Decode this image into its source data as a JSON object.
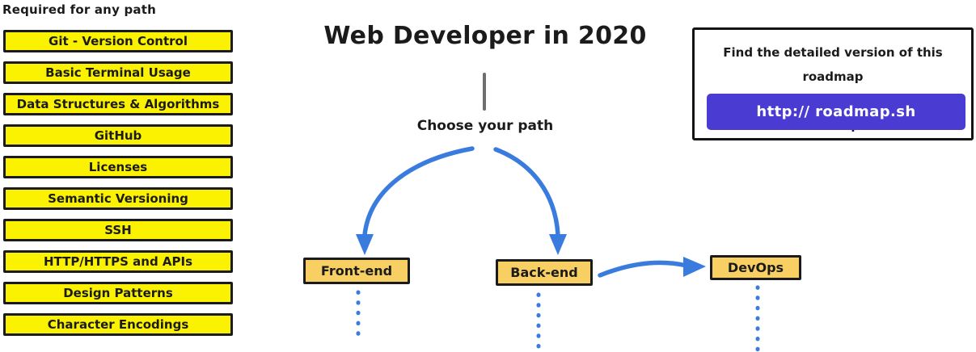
{
  "left_panel": {
    "heading": "Required for any path",
    "items": [
      "Git - Version Control",
      "Basic Terminal Usage",
      "Data Structures & Algorithms",
      "GitHub",
      "Licenses",
      "Semantic Versioning",
      "SSH",
      "HTTP/HTTPS and APIs",
      "Design Patterns",
      "Character Encodings"
    ]
  },
  "center": {
    "title": "Web Developer in 2020",
    "choose_label": "Choose your path",
    "paths": [
      {
        "label": "Front-end"
      },
      {
        "label": "Back-end"
      },
      {
        "label": "DevOps"
      }
    ]
  },
  "info_box": {
    "line1": "Find the detailed version of this roadmap",
    "line2": "along with resources and other roadmaps",
    "button_label": "http:// roadmap.sh"
  },
  "colors": {
    "required_box": "#FBF201",
    "path_box": "#F8CF63",
    "arrow_blue": "#3A7BDE",
    "button_purple": "#4A3CD2",
    "ink": "#1B1B1B",
    "connector_gray": "#6E6E6E"
  }
}
